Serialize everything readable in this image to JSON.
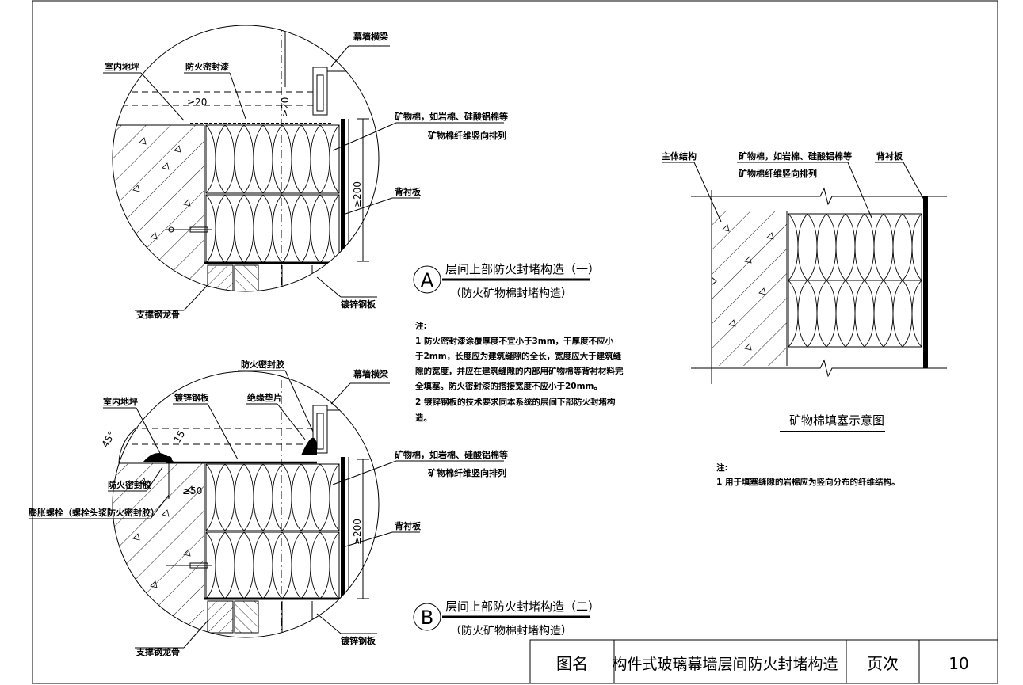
{
  "detail_a": {
    "labels": {
      "indoor_floor": "室内地坪",
      "fire_paint": "防火密封漆",
      "curtain_beam": "幕墙横梁",
      "mineral_wool": "矿物棉，如岩棉、硅酸铝棉等",
      "wool_arrangement": "矿物棉纤维竖向排列",
      "backing_board": "背衬板",
      "support_keel": "支撑钢龙骨",
      "galv_plate": "镀锌钢板"
    },
    "dims": {
      "d1": "≥20",
      "d2": "≥20",
      "d3": "≥200"
    },
    "symbol": "A",
    "title": "层间上部防火封堵构造（一）",
    "subtitle": "（防火矿物棉封堵构造）"
  },
  "notes_a": {
    "heading": "注:",
    "lines": [
      "1  防火密封漆涂覆厚度不宜小于3mm，干厚度不应小",
      "于2mm，长度应为建筑缝隙的全长，宽度应大于建筑缝",
      "隙的宽度，并应在建筑缝隙的内部用矿物棉等背衬材料完",
      "全填塞。防火密封漆的搭接宽度不应小于20mm。",
      "2  镀锌钢板的技术要求同本系统的层间下部防火封堵构",
      "造。"
    ]
  },
  "detail_b": {
    "labels": {
      "fire_sealant_top": "防火密封胶",
      "curtain_beam": "幕墙横梁",
      "indoor_floor": "室内地坪",
      "galv_plate_top": "镀锌钢板",
      "insul_pad": "绝缘垫片",
      "mineral_wool": "矿物棉，如岩棉、硅酸铝棉等",
      "wool_arrangement": "矿物棉纤维竖向排列",
      "fire_sealant_left": "防火密封胶",
      "anchor_bolt": "膨胀螺栓（螺栓头浆防火密封胶）",
      "backing_board": "背衬板",
      "support_keel": "支撑钢龙骨",
      "galv_plate": "镀锌钢板"
    },
    "dims": {
      "angle": "45°",
      "d1": "15",
      "d2": "≥50",
      "d3": "≥200"
    },
    "symbol": "B",
    "title": "层间上部防火封堵构造（二）",
    "subtitle": "（防火矿物棉封堵构造）"
  },
  "detail_c": {
    "labels": {
      "main_structure": "主体结构",
      "mineral_wool": "矿物棉，如岩棉、硅酸铝棉等",
      "wool_arrangement": "矿物棉纤维竖向排列",
      "backing_board": "背衬板"
    },
    "title": "矿物棉填塞示意图"
  },
  "notes_c": {
    "heading": "注:",
    "lines": [
      "1  用于填塞缝隙的岩棉应为竖向分布的纤维结构。"
    ]
  },
  "title_block": {
    "name_label": "图名",
    "name_value": "构件式玻璃幕墙层间防火封堵构造",
    "page_label": "页次",
    "page_value": "10"
  }
}
